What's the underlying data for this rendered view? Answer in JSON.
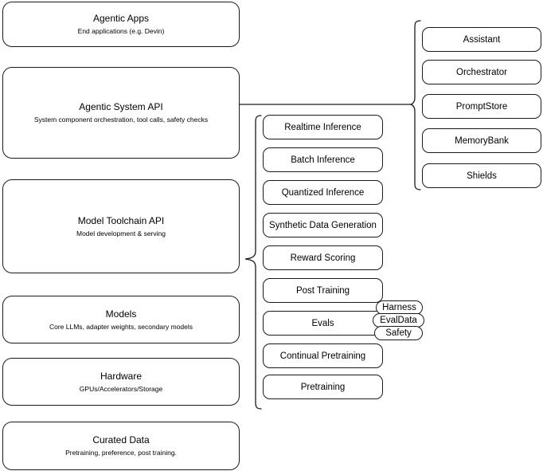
{
  "diagram": {
    "title": "AI stack layered architecture",
    "stroke_color": "#1a1a1a",
    "background_color": "#ffffff"
  },
  "stack": {
    "layers": [
      {
        "title": "Agentic Apps",
        "subtitle": "End applications (e.g. Devin)"
      },
      {
        "title": "Agentic System API",
        "subtitle": "System component orchestration, tool calls, safety checks"
      },
      {
        "title": "Model Toolchain API",
        "subtitle": "Model development & serving"
      },
      {
        "title": "Models",
        "subtitle": "Core LLMs, adapter weights, secondary models"
      },
      {
        "title": "Hardware",
        "subtitle": "GPUs/Accelerators/Storage"
      },
      {
        "title": "Curated Data",
        "subtitle": "Pretraining, preference, post training."
      }
    ]
  },
  "toolchain_column": {
    "items": [
      {
        "label": "Realtime Inference"
      },
      {
        "label": "Batch Inference"
      },
      {
        "label": "Quantized Inference"
      },
      {
        "label": "Synthetic Data Generation"
      },
      {
        "label": "Reward Scoring"
      },
      {
        "label": "Post Training"
      },
      {
        "label": "Evals"
      },
      {
        "label": "Continual Pretraining"
      },
      {
        "label": "Pretraining"
      }
    ]
  },
  "evals_pills": {
    "items": [
      {
        "label": "Harness"
      },
      {
        "label": "EvalData"
      },
      {
        "label": "Safety"
      }
    ]
  },
  "agentic_column": {
    "items": [
      {
        "label": "Assistant"
      },
      {
        "label": "Orchestrator"
      },
      {
        "label": "PromptStore"
      },
      {
        "label": "MemoryBank"
      },
      {
        "label": "Shields"
      }
    ]
  }
}
